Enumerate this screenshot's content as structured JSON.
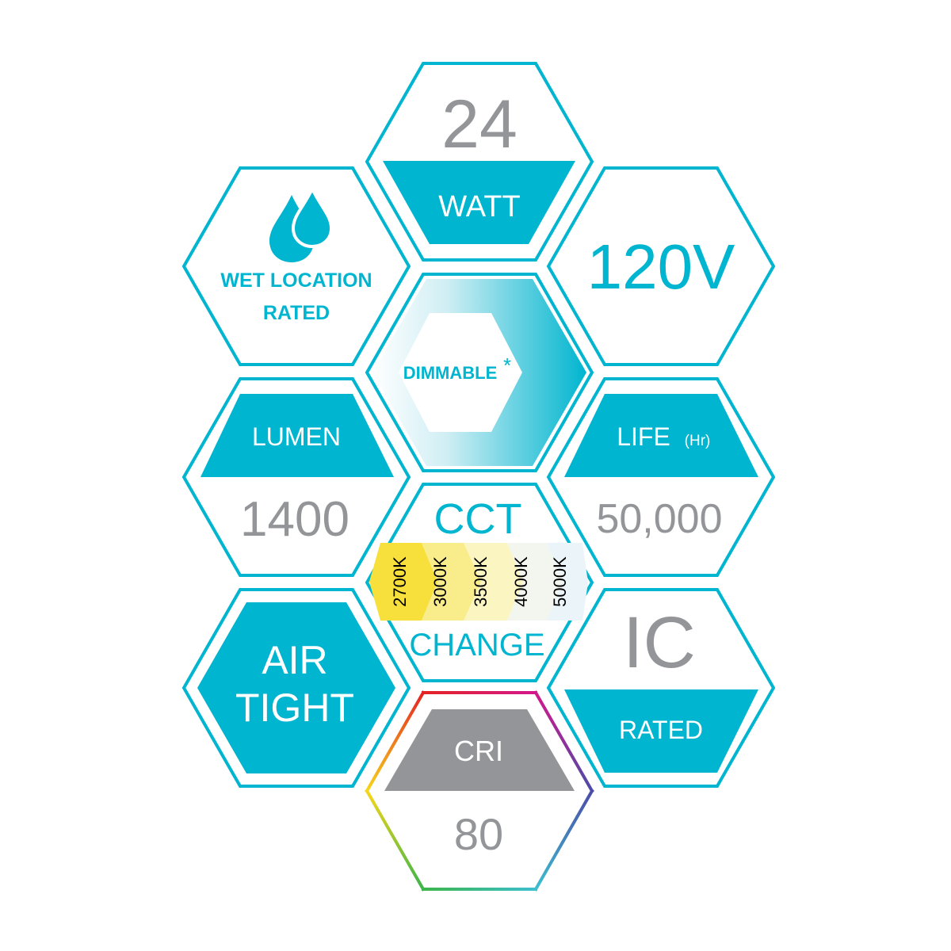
{
  "colors": {
    "accent": "#00B5CF",
    "gray": "#939598"
  },
  "watt": {
    "value": "24",
    "label": "WATT"
  },
  "voltage": {
    "value": "120V"
  },
  "wet": {
    "icon": "water-drops-icon",
    "line1": "WET LOCATION",
    "line2": "RATED"
  },
  "dimmable": {
    "label": "DIMMABLE",
    "asterisk": "*"
  },
  "lumen": {
    "label": "LUMEN",
    "value": "1400"
  },
  "life": {
    "label": "LIFE",
    "unit": "(Hr)",
    "value": "50,000"
  },
  "cct": {
    "title": "CCT",
    "subtitle": "CHANGE",
    "options": [
      "2700K",
      "3000K",
      "3500K",
      "4000K",
      "5000K"
    ]
  },
  "airtight": {
    "line1": "AIR",
    "line2": "TIGHT"
  },
  "ic": {
    "value": "IC",
    "label": "RATED"
  },
  "cri": {
    "label": "CRI",
    "value": "80"
  }
}
